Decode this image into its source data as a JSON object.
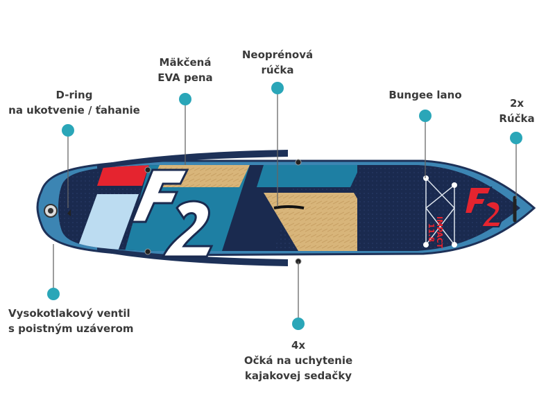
{
  "colors": {
    "accent_dot": "#2aa6b8",
    "leader_line": "#666666",
    "label_text": "#3a3a3a",
    "board_blue": "#3c85b3",
    "board_navy": "#1a2a4f",
    "board_teal": "#1e7fa3",
    "board_light_blue": "#bcdcf1",
    "board_red": "#e5242f",
    "board_wood": "#d8b57a",
    "board_rail": "#1d3158",
    "board_white": "#ffffff"
  },
  "board": {
    "logo_text": "F2",
    "model_line1": "IMPACT",
    "model_line2": "11.8"
  },
  "callouts": {
    "d_ring": {
      "label": "D-ring\nna ukotvenie / ťahanie"
    },
    "eva_pad": {
      "label": "Mäkčená\nEVA pena"
    },
    "neoprene_handle": {
      "label": "Neoprénová\nrúčka"
    },
    "bungee": {
      "label": "Bungee lano"
    },
    "handles_2x": {
      "label": "2x\nRúčka"
    },
    "valve": {
      "label": "Vysokotlakový ventil\ns poistným uzáverom"
    },
    "kayak_eyelets": {
      "label": "4x\nOčká na uchytenie\nkajakovej sedačky"
    }
  }
}
